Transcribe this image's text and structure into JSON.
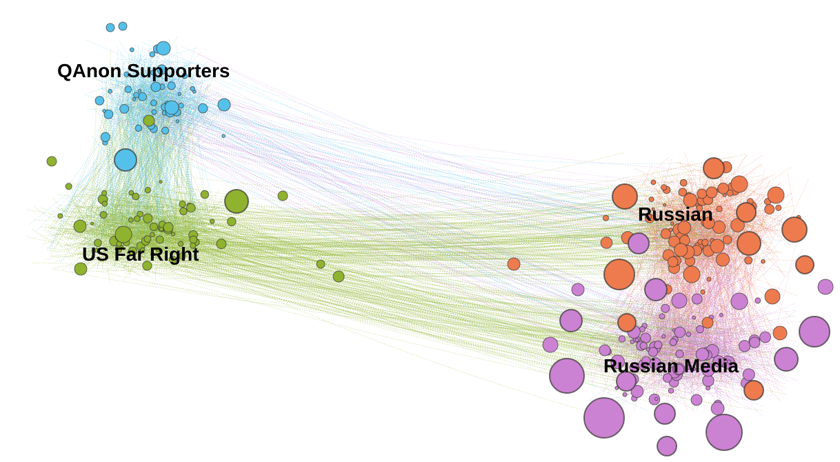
{
  "clusters": [
    {
      "id": "qanon",
      "label": "QAnon Supporters",
      "color": "#55c1ea"
    },
    {
      "id": "farright",
      "label": "US Far Right",
      "color": "#8fb32f"
    },
    {
      "id": "russian",
      "label": "Russian",
      "color": "#ee7b4e"
    },
    {
      "id": "media",
      "label": "Russian Media",
      "color": "#cc82d2"
    }
  ]
}
